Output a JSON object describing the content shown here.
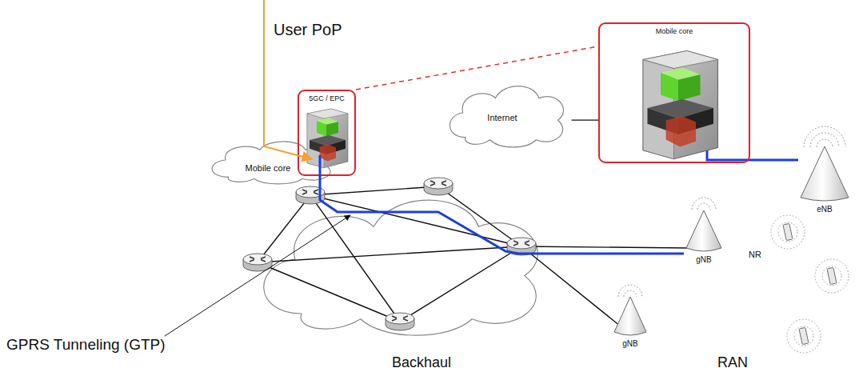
{
  "diagram": {
    "nodes": [
      {
        "text": [
          "Mobile core"
        ]
      },
      {
        "text": [
          "5GC / EPC"
        ]
      },
      {
        "text": [
          "Internet"
        ]
      },
      {
        "text": [
          "Mobile core"
        ]
      },
      {
        "text": [
          "eNB"
        ]
      },
      {
        "text": [
          "gNB"
        ]
      },
      {
        "text": [
          "gNB"
        ]
      }
    ],
    "edges": [
      {
        "from": 1,
        "to": 3,
        "arrow": "none"
      },
      {
        "from": 2,
        "to": 3,
        "arrow": "none"
      },
      {
        "from": 3,
        "to": 4,
        "arrow": "none"
      },
      {
        "from": 1,
        "to": 5,
        "arrow": "none"
      }
    ],
    "labels": [
      "User PoP",
      "GPRS Tunneling (GTP)",
      "Backhaul",
      "RAN",
      "NR"
    ]
  }
}
